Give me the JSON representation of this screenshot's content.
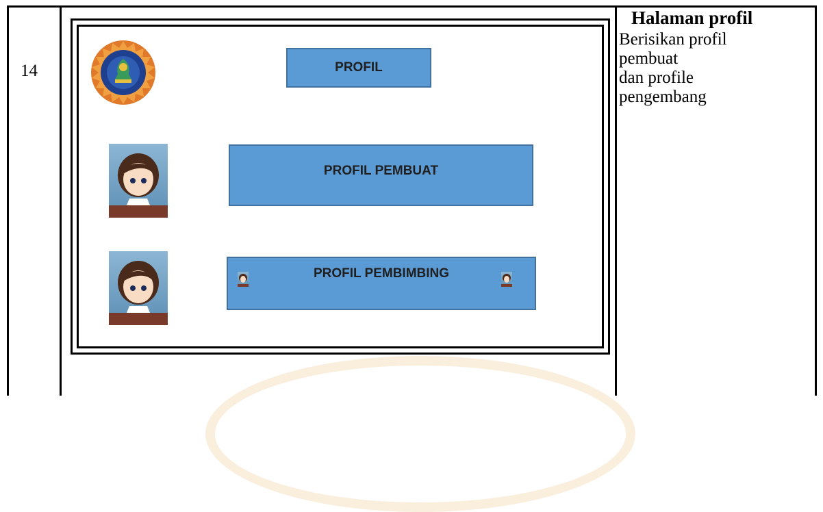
{
  "row": {
    "number": "14"
  },
  "mockup": {
    "header_button": "PROFIL",
    "creator_button": "PROFIL PEMBUAT",
    "advisor_button": "PROFIL PEMBIMBING",
    "logo_icon": "university-seal-icon",
    "avatar_icon": "student-avatar-icon",
    "button_color": "#5b9bd5"
  },
  "description": {
    "title": "Halaman profil",
    "body": "Berisikan profil\npembuat\ndan profile\npengembang"
  }
}
